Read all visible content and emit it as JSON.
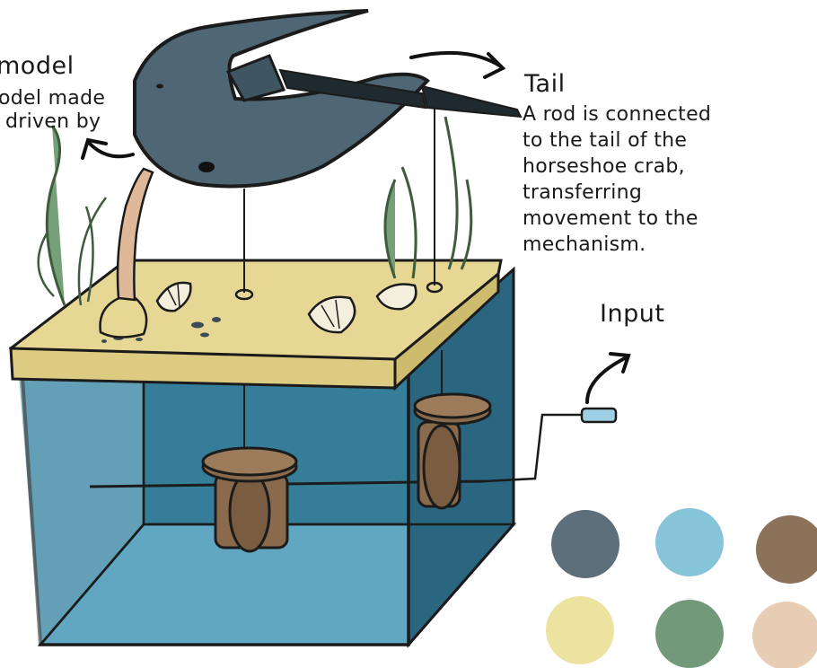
{
  "labels": {
    "model": {
      "title": "model",
      "lines": [
        "odel made",
        "driven by"
      ]
    },
    "tail": {
      "title": "Tail",
      "lines": [
        "A rod is connected",
        "to the tail of the",
        "horseshoe crab,",
        "transferring",
        "movement to the",
        "mechanism."
      ]
    },
    "input": {
      "title": "Input"
    }
  },
  "palette": [
    {
      "name": "slate-blue",
      "color": "#5c6f7a"
    },
    {
      "name": "sky-blue",
      "color": "#86c4d9"
    },
    {
      "name": "brown",
      "color": "#8c7258"
    },
    {
      "name": "sand-yellow",
      "color": "#ece3a1"
    },
    {
      "name": "sage-green",
      "color": "#72997a"
    },
    {
      "name": "peach",
      "color": "#e8cdb5"
    }
  ]
}
